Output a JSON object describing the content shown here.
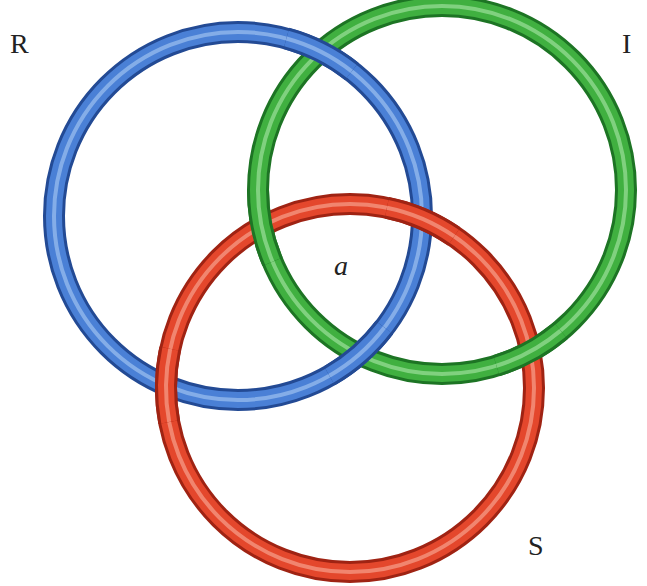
{
  "diagram": {
    "labels": [
      "R",
      "I",
      "S",
      "a"
    ]
  }
}
